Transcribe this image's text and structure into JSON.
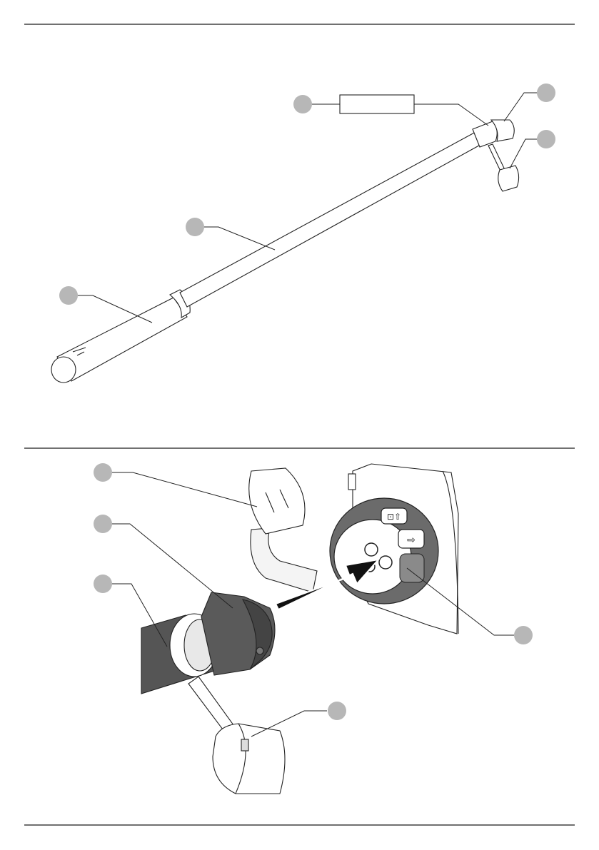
{
  "page": {
    "figure_top": {
      "callouts": [
        {
          "id": "shaft-lower",
          "text": ""
        },
        {
          "id": "shaft-upper",
          "text": ""
        },
        {
          "id": "coupling-box",
          "text": ""
        },
        {
          "id": "connector",
          "text": ""
        },
        {
          "id": "cap",
          "text": ""
        }
      ],
      "label_box_text": ""
    },
    "figure_bottom": {
      "callouts": [
        {
          "id": "port-cap",
          "text": ""
        },
        {
          "id": "connector-body",
          "text": ""
        },
        {
          "id": "hose",
          "text": ""
        },
        {
          "id": "dust-cap",
          "text": ""
        },
        {
          "id": "machine-socket",
          "text": ""
        }
      ]
    },
    "colors": {
      "rule": "#1a1a1a",
      "callout_circle": "#b7b7b7",
      "line": "#222222",
      "hose": "#555555",
      "arrow": "#111111",
      "socket_dark": "#6b6b6b"
    }
  }
}
